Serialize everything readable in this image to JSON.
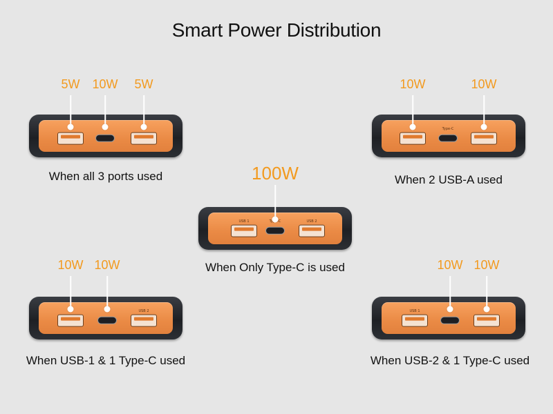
{
  "title": "Smart Power Distribution",
  "port_labels": {
    "usb1": "USB 1",
    "typec": "Type-C",
    "usb2": "USB 2"
  },
  "configs": [
    {
      "caption": "When all 3 ports used",
      "watts": [
        "5W",
        "10W",
        "5W"
      ]
    },
    {
      "caption": "When 2 USB-A used",
      "watts": [
        "10W",
        "10W"
      ]
    },
    {
      "caption": "When Only Type-C is used",
      "watts": [
        "100W"
      ]
    },
    {
      "caption": "When USB-1 & 1 Type-C used",
      "watts": [
        "10W",
        "10W"
      ]
    },
    {
      "caption": "When USB-2 & 1 Type-C used",
      "watts": [
        "10W",
        "10W"
      ]
    }
  ],
  "colors": {
    "accent": "#f29a1f",
    "orange_face": "#ea8a45",
    "body": "#1e2024",
    "background": "#e6e6e6"
  }
}
